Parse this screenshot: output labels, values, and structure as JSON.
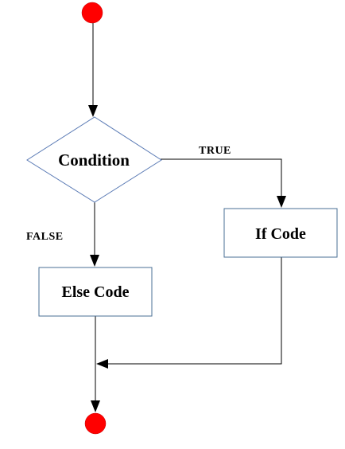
{
  "diagram": {
    "nodes": {
      "start": {
        "shape": "circle",
        "fill": "#ff0000"
      },
      "condition": {
        "shape": "diamond",
        "label": "Condition",
        "stroke": "#5b7bb5"
      },
      "if_code": {
        "shape": "rect",
        "label": "If Code",
        "stroke": "#4a6f94"
      },
      "else_code": {
        "shape": "rect",
        "label": "Else Code",
        "stroke": "#4a6f94"
      },
      "end": {
        "shape": "circle",
        "fill": "#ff0000"
      }
    },
    "edges": {
      "true_label": "TRUE",
      "false_label": "FALSE"
    },
    "colors": {
      "terminal": "#ff0000",
      "arrow": "#000000",
      "box_border": "#4a6f94"
    }
  }
}
